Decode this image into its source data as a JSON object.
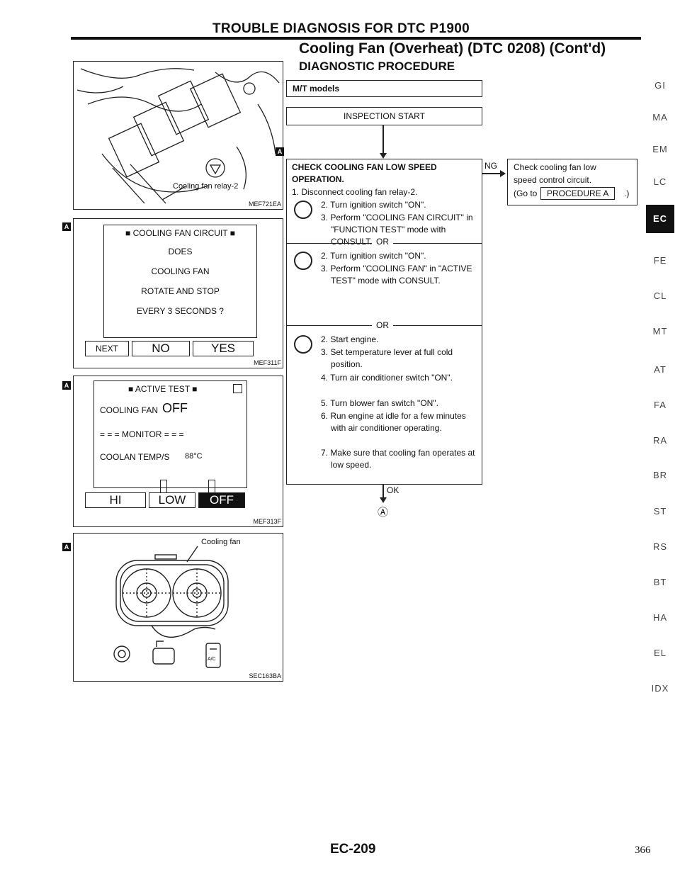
{
  "header": {
    "title": "TROUBLE DIAGNOSIS FOR DTC P1900",
    "subtitle": "Cooling Fan (Overheat) (DTC 0208) (Cont'd)",
    "section": "DIAGNOSTIC PROCEDURE"
  },
  "badge": "A",
  "panel1": {
    "label": "Cooling fan relay-2",
    "code": "MEF721EA"
  },
  "panel2": {
    "screen": {
      "title": "■ COOLING FAN CIRCUIT ■",
      "lines": [
        "DOES",
        "COOLING FAN",
        "ROTATE AND STOP",
        "EVERY 3 SECONDS ?"
      ]
    },
    "buttons": [
      "NEXT",
      "NO",
      "YES"
    ],
    "code": "MEF311F"
  },
  "panel3": {
    "screen": {
      "title": "■ ACTIVE TEST ■",
      "fan_label": "COOLING FAN",
      "fan_value": "OFF",
      "monitor": "= = = MONITOR = = =",
      "temp_label": "COOLAN TEMP/S",
      "temp_value": "88°C"
    },
    "buttons": [
      "HI",
      "LOW",
      "OFF"
    ],
    "code": "MEF313F"
  },
  "panel4": {
    "label": "Cooling fan",
    "ac": "A/C",
    "code": "SEC163BA"
  },
  "models": "M/T models",
  "start": "INSPECTION START",
  "check": {
    "title": "CHECK COOLING FAN LOW SPEED OPERATION.",
    "step1": "1. Disconnect cooling fan relay-2.",
    "opt1": [
      "2. Turn ignition switch \"ON\".",
      "3. Perform \"COOLING FAN CIRCUIT\" in \"FUNCTION TEST\" mode with CONSULT."
    ],
    "or": "OR",
    "opt2": [
      "2. Turn ignition switch \"ON\".",
      "3. Perform \"COOLING FAN\" in \"ACTIVE TEST\" mode with CONSULT."
    ],
    "opt3": [
      "2. Start engine.",
      "3. Set temperature lever at full cold position.",
      "4. Turn air conditioner switch \"ON\".",
      "5. Turn blower fan switch \"ON\".",
      "6. Run engine at idle for a few minutes with air conditioner operating.",
      "7. Make sure that cooling fan operates at low speed."
    ]
  },
  "ng": {
    "label": "NG",
    "text1": "Check cooling fan low",
    "text2": "speed control circuit.",
    "text3_pre": "(Go to",
    "text3_box": "PROCEDURE A",
    "text3_post": ".)"
  },
  "ok": "OK",
  "connector": "Ⓐ",
  "side_index": [
    "GI",
    "MA",
    "EM",
    "LC",
    "EC",
    "FE",
    "CL",
    "MT",
    "AT",
    "FA",
    "RA",
    "BR",
    "ST",
    "RS",
    "BT",
    "HA",
    "EL",
    "IDX"
  ],
  "active_index": "EC",
  "footer": {
    "page_code": "EC-209",
    "page_number": "366"
  }
}
